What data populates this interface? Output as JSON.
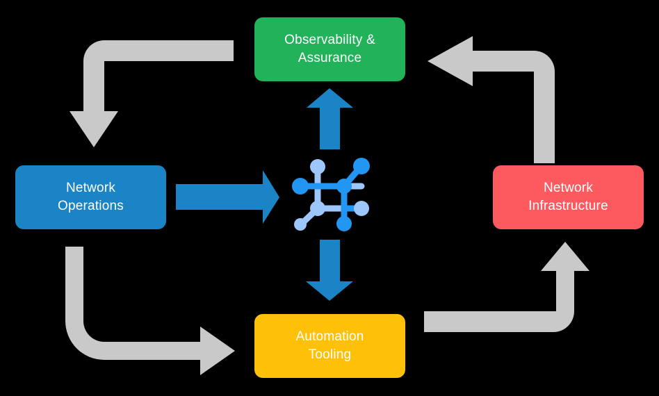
{
  "diagram": {
    "title": "Network automation lifecycle diagram",
    "background_color": "#000000",
    "nodes": [
      {
        "id": "observability",
        "label": "Observability &\nAssurance",
        "color": "#22b25a",
        "text_color": "#ffffff",
        "position": "top"
      },
      {
        "id": "network-operations",
        "label": "Network\nOperations",
        "color": "#1b84c6",
        "text_color": "#ffffff",
        "position": "left"
      },
      {
        "id": "network-infrastructure",
        "label": "Network\nInfrastructure",
        "color": "#fc5a5e",
        "text_color": "#ffffff",
        "position": "right"
      },
      {
        "id": "automation-tooling",
        "label": "Automation\nTooling",
        "color": "#ffc107",
        "text_color": "#ffffff",
        "position": "bottom"
      }
    ],
    "center_icon": {
      "name": "network-topology-icon",
      "color_primary": "#2196f3",
      "color_secondary": "#9dc6fb"
    },
    "connectors": [
      {
        "id": "ops-to-center",
        "style": "straight",
        "direction": "right",
        "color": "#1b84c6"
      },
      {
        "id": "center-to-observability",
        "style": "straight",
        "direction": "up",
        "color": "#1b84c6"
      },
      {
        "id": "center-to-automation",
        "style": "straight",
        "direction": "down",
        "color": "#1b84c6"
      },
      {
        "id": "observability-to-ops",
        "style": "elbow",
        "direction": "down",
        "color": "#c9c9c9"
      },
      {
        "id": "infrastructure-to-observability",
        "style": "elbow",
        "direction": "left",
        "color": "#c9c9c9"
      },
      {
        "id": "ops-to-automation",
        "style": "elbow",
        "direction": "right",
        "color": "#c9c9c9"
      },
      {
        "id": "automation-to-infrastructure",
        "style": "elbow",
        "direction": "up",
        "color": "#c9c9c9"
      }
    ]
  }
}
